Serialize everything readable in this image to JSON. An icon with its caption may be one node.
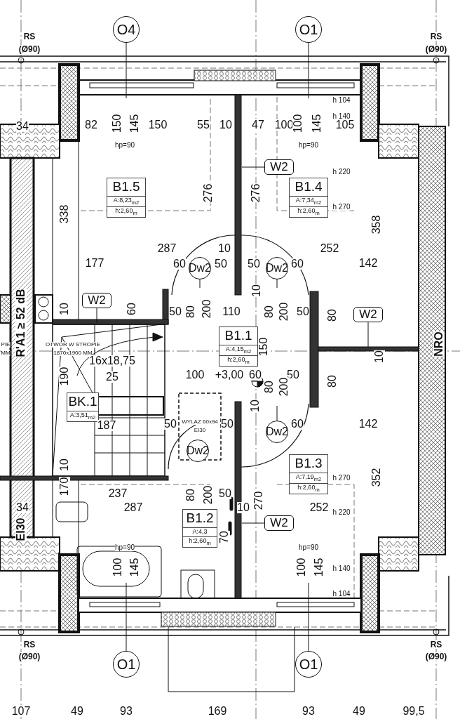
{
  "diagram": {
    "nodes": [
      {
        "text": [
          "O4"
        ]
      },
      {
        "text": [
          "O1"
        ]
      },
      {
        "text": [
          "O1"
        ]
      },
      {
        "text": [
          "O1"
        ]
      },
      {
        "text": [
          "Dw2"
        ]
      },
      {
        "text": [
          "Dw2"
        ]
      },
      {
        "text": [
          "Dw2"
        ]
      },
      {
        "text": [
          "Dw2"
        ]
      },
      {
        "text": [
          "W2"
        ]
      },
      {
        "text": [
          "W2"
        ]
      },
      {
        "text": [
          "W2"
        ]
      },
      {
        "text": [
          "W2"
        ]
      },
      {
        "text": [
          "B1.5",
          "A:8,23$_{m2}$",
          "h:2,60$_{m}$"
        ]
      },
      {
        "text": [
          "B1.4",
          "A:7,34$_{m2}$",
          "h:2,60$_{m}$"
        ]
      },
      {
        "text": [
          "B1.1",
          "A:4,15$_{m2}$",
          "h:2,60$_{m}$"
        ]
      },
      {
        "text": [
          "BK.1",
          "A:3,51$_{m2}$"
        ]
      },
      {
        "text": [
          "B1.3",
          "A:7,19$_{m2}$",
          "h:2,60$_{m}$"
        ]
      },
      {
        "text": [
          "B1.2",
          "A:4,3",
          "h:2,60$_{m}$"
        ]
      }
    ],
    "edges": [
      {
        "from": 0,
        "to": null,
        "arrow": "none"
      },
      {
        "from": 1,
        "to": null,
        "arrow": "none"
      },
      {
        "from": 2,
        "to": null,
        "arrow": "none"
      },
      {
        "from": 3,
        "to": null,
        "arrow": "none"
      },
      {
        "from": 4,
        "to": null,
        "arrow": "none"
      },
      {
        "from": 5,
        "to": null,
        "arrow": "none"
      },
      {
        "from": 6,
        "to": null,
        "arrow": "none"
      },
      {
        "from": 8,
        "to": null,
        "arrow": "none"
      },
      {
        "from": 9,
        "to": null,
        "arrow": "none"
      },
      {
        "from": 10,
        "to": null,
        "arrow": "none"
      },
      {
        "from": 11,
        "to": null,
        "arrow": "none"
      }
    ],
    "labels": [
      "RS",
      "(Ø90)",
      "RS",
      "(Ø90)",
      "h 104",
      "h 140",
      "34",
      "82",
      "150",
      "145",
      "150",
      "55",
      "10",
      "47",
      "100",
      "100",
      "145",
      "105",
      "hp=90",
      "hp=90",
      "h 220",
      "276",
      "276",
      "338",
      "h 270",
      "358",
      "287",
      "10",
      "252",
      "177",
      "60",
      "50",
      "50",
      "60",
      "142",
      "10",
      "R'A1 ≥ 52 dB",
      "10",
      "60",
      "50",
      "80",
      "200",
      "110",
      "80",
      "200",
      "50",
      "80",
      "NRO",
      "PIE",
      "OTWOR W STROPIE",
      "150",
      "MM",
      "1870x1900 MM",
      "16x18,75",
      "10",
      "25",
      "190",
      "100",
      "+3,00",
      "60",
      "50",
      "80",
      "200",
      "80",
      "10",
      "187",
      "50",
      "WYLAZ 60x94",
      "EI30",
      "50",
      "60",
      "142",
      "10",
      "h 270",
      "352",
      "170",
      "237",
      "80",
      "200",
      "50",
      "34",
      "287",
      "10",
      "270",
      "252",
      "h 220",
      "EI30",
      "70",
      "hp=90",
      "hp=90",
      "100",
      "145",
      "100",
      "145",
      "h 140",
      "h 104",
      "RS",
      "(Ø90)",
      "RS",
      "(Ø90)",
      "107",
      "49",
      "93",
      "169",
      "93",
      "49",
      "99,5"
    ]
  }
}
